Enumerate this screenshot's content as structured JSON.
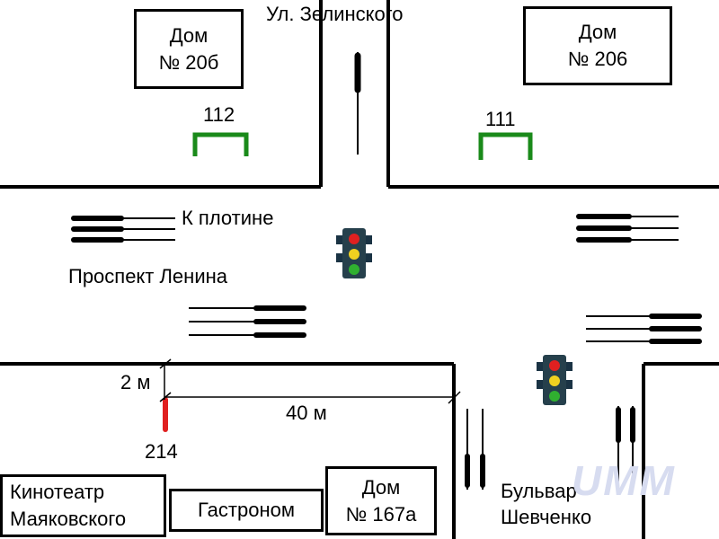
{
  "title_street": "Ул. Зелинского",
  "avenue": "Проспект Ленина",
  "direction": "К плотине",
  "boulevard": {
    "line1": "Бульвар",
    "line2": "Шевченко"
  },
  "buildings": {
    "house_left": {
      "line1": "Дом",
      "line2": "№ 20б"
    },
    "house_right": {
      "line1": "Дом",
      "line2": "№ 206"
    },
    "cinema": {
      "line1": "Кинотеатр",
      "line2": "Маяковского"
    },
    "grocery": "Гастроном",
    "house_bottom": {
      "line1": "Дом",
      "line2": "№ 167а"
    }
  },
  "bus_stops": {
    "left": "112",
    "right": "111"
  },
  "stop_marker": "214",
  "dimensions": {
    "offset": "2 м",
    "distance": "40 м"
  },
  "watermark": "UMM",
  "colors": {
    "stop": "#1a8a1a",
    "marker": "#e02020",
    "lane": "#000000"
  }
}
